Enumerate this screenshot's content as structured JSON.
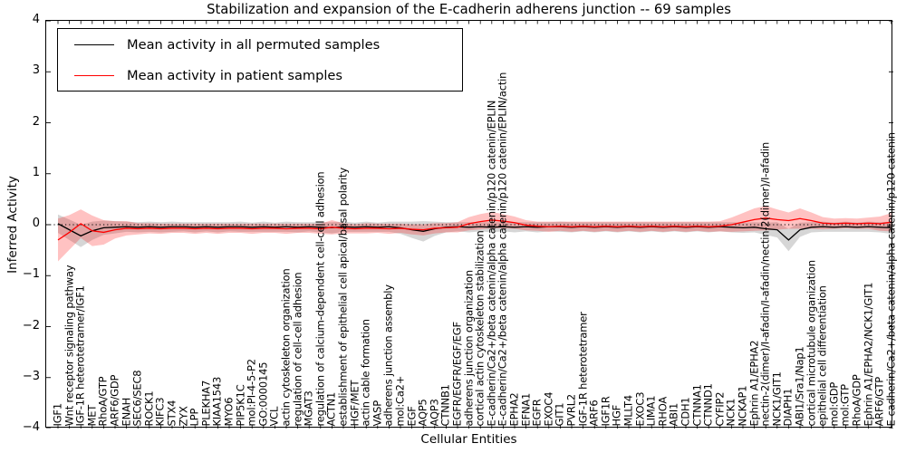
{
  "title": "Stabilization and expansion of the E-cadherin adherens junction -- 69 samples",
  "axes": {
    "ylabel": "Inferred Activity",
    "xlabel": "Cellular Entities",
    "yticks": [
      "4",
      "3",
      "2",
      "1",
      "0",
      "−1",
      "−2",
      "−3",
      "−4"
    ]
  },
  "legend": {
    "items": [
      {
        "label": "Mean activity in all permuted samples",
        "color": "#000000"
      },
      {
        "label": "Mean activity in patient samples",
        "color": "#ff0000"
      }
    ]
  },
  "colors": {
    "permuted_line": "#000000",
    "patient_line": "#ff0000",
    "permuted_band": "rgba(0,0,0,0.16)",
    "patient_band": "rgba(255,0,0,0.24)"
  },
  "chart_data": {
    "type": "line",
    "title": "Stabilization and expansion of the E-cadherin adherens junction -- 69 samples",
    "xlabel": "Cellular Entities",
    "ylabel": "Inferred Activity",
    "ylim": [
      -4,
      4
    ],
    "grid": false,
    "legend_position": "upper left",
    "baseline_dotted_y": 0,
    "categories": [
      "IGF1",
      "Wnt receptor signaling pathway",
      "IGF-1R heterotetramer/IGF1",
      "MET",
      "RhoA/GTP",
      "ARF6/GDP",
      "ENAH",
      "SEC6/SEC8",
      "ROCK1",
      "KIFC3",
      "STX4",
      "ZYX",
      "LPP",
      "PLEKHA7",
      "KIAA1543",
      "MYO6",
      "PIP5K1C",
      "mol:PI-4-5-P2",
      "GO:0000145",
      "VCL",
      "actin cytoskeleton organization",
      "regulation of cell-cell adhesion",
      "MGAT3",
      "regulation of calcium-dependent cell-cell adhesion",
      "ACTN1",
      "establishment of epithelial cell apical/basal polarity",
      "HGF/MET",
      "actin cable formation",
      "VASP",
      "adherens junction assembly",
      "mol:Ca2+",
      "EGF",
      "AQP5",
      "AQP3",
      "CTNNB1",
      "EGFR/EGFR/EGF/EGF",
      "adherens junction organization",
      "cortical actin cytoskeleton stabilization",
      "E-cadherin/Ca2+/beta catenin/alpha catenin/p120 catenin/EPLIN",
      "E-cadherin/Ca2+/beta catenin/alpha catenin/p120 catenin/EPLIN/actin",
      "EPHA2",
      "EFNA1",
      "EGFR",
      "EXOC4",
      "GIT1",
      "PVRL2",
      "IGF-1R heterotetramer",
      "ARF6",
      "IGF1R",
      "HGF",
      "MLLT4",
      "EXOC3",
      "LIMA1",
      "RHOA",
      "ABI1",
      "CDH1",
      "CTNNA1",
      "CTNND1",
      "CYFIP2",
      "NCK1",
      "NCKAP1",
      "Ephrin A1/EPHA2",
      "nectin-2(dimer)/I-afadin/I-afadin/nectin-2(dimer)/I-afadin",
      "NCK1/GIT1",
      "DIAPH1",
      "ABI1/Sra1/Nap1",
      "cortical microtubule organization",
      "epithelial cell differentiation",
      "mol:GDP",
      "mol:GTP",
      "RhoA/GDP",
      "Ephrin A1/EPHA2/NCK1/GIT1",
      "ARF6/GTP",
      "E-cadherin/Ca2+/beta catenin/alpha catenin/p120 catenin"
    ],
    "series": [
      {
        "name": "Mean activity in all permuted samples",
        "color": "#000000",
        "values": [
          0.02,
          -0.1,
          -0.22,
          -0.12,
          -0.06,
          -0.05,
          -0.04,
          -0.05,
          -0.04,
          -0.05,
          -0.04,
          -0.04,
          -0.05,
          -0.04,
          -0.05,
          -0.04,
          -0.04,
          -0.05,
          -0.04,
          -0.05,
          -0.04,
          -0.05,
          -0.04,
          -0.05,
          -0.06,
          -0.04,
          -0.05,
          -0.04,
          -0.05,
          -0.04,
          -0.06,
          -0.1,
          -0.13,
          -0.08,
          -0.05,
          -0.04,
          -0.05,
          -0.04,
          -0.05,
          -0.04,
          -0.05,
          -0.04,
          -0.05,
          -0.04,
          -0.04,
          -0.05,
          -0.04,
          -0.05,
          -0.04,
          -0.05,
          -0.04,
          -0.05,
          -0.04,
          -0.05,
          -0.04,
          -0.05,
          -0.04,
          -0.05,
          -0.04,
          -0.05,
          -0.06,
          -0.05,
          -0.08,
          -0.1,
          -0.3,
          -0.1,
          -0.05,
          -0.04,
          -0.05,
          -0.04,
          -0.05,
          -0.04,
          -0.05,
          -0.06
        ]
      },
      {
        "name": "Mean activity in patient samples",
        "color": "#ff0000",
        "values": [
          -0.3,
          -0.15,
          0.02,
          -0.12,
          -0.15,
          -0.1,
          -0.07,
          -0.08,
          -0.07,
          -0.08,
          -0.07,
          -0.07,
          -0.08,
          -0.07,
          -0.08,
          -0.07,
          -0.07,
          -0.08,
          -0.07,
          -0.07,
          -0.08,
          -0.07,
          -0.07,
          -0.08,
          -0.05,
          -0.07,
          -0.08,
          -0.07,
          -0.07,
          -0.08,
          -0.07,
          -0.09,
          -0.1,
          -0.07,
          -0.06,
          -0.05,
          0.02,
          0.06,
          0.09,
          0.07,
          0.04,
          -0.01,
          -0.03,
          -0.04,
          -0.03,
          -0.04,
          -0.03,
          -0.04,
          -0.03,
          -0.04,
          -0.03,
          -0.04,
          -0.03,
          -0.04,
          -0.03,
          -0.04,
          -0.03,
          -0.04,
          -0.03,
          0.0,
          0.05,
          0.1,
          0.13,
          0.1,
          0.08,
          0.12,
          0.08,
          0.03,
          0.02,
          0.03,
          0.02,
          0.03,
          0.02,
          0.05
        ]
      },
      {
        "name": "permuted samples std band (half-width)",
        "color": "rgba(0,0,0,0.16)",
        "half_widths": [
          0.18,
          0.2,
          0.22,
          0.18,
          0.14,
          0.12,
          0.1,
          0.1,
          0.1,
          0.1,
          0.1,
          0.09,
          0.1,
          0.09,
          0.1,
          0.09,
          0.1,
          0.09,
          0.1,
          0.09,
          0.1,
          0.1,
          0.09,
          0.1,
          0.11,
          0.1,
          0.09,
          0.1,
          0.09,
          0.1,
          0.12,
          0.16,
          0.2,
          0.14,
          0.1,
          0.09,
          0.1,
          0.09,
          0.1,
          0.09,
          0.1,
          0.09,
          0.1,
          0.09,
          0.1,
          0.1,
          0.09,
          0.1,
          0.09,
          0.1,
          0.09,
          0.1,
          0.09,
          0.1,
          0.09,
          0.1,
          0.09,
          0.1,
          0.09,
          0.1,
          0.1,
          0.1,
          0.12,
          0.15,
          0.22,
          0.14,
          0.1,
          0.1,
          0.09,
          0.1,
          0.09,
          0.1,
          0.1,
          0.12
        ]
      },
      {
        "name": "patient samples std band (half-width)",
        "color": "rgba(255,0,0,0.24)",
        "half_widths": [
          0.42,
          0.34,
          0.28,
          0.3,
          0.24,
          0.17,
          0.14,
          0.11,
          0.1,
          0.1,
          0.09,
          0.09,
          0.1,
          0.09,
          0.1,
          0.09,
          0.09,
          0.1,
          0.09,
          0.09,
          0.1,
          0.09,
          0.09,
          0.1,
          0.14,
          0.1,
          0.09,
          0.1,
          0.09,
          0.1,
          0.09,
          0.1,
          0.11,
          0.1,
          0.09,
          0.1,
          0.13,
          0.15,
          0.16,
          0.14,
          0.12,
          0.1,
          0.09,
          0.1,
          0.09,
          0.1,
          0.09,
          0.1,
          0.09,
          0.1,
          0.09,
          0.1,
          0.09,
          0.1,
          0.09,
          0.1,
          0.09,
          0.1,
          0.1,
          0.14,
          0.18,
          0.22,
          0.24,
          0.2,
          0.16,
          0.2,
          0.16,
          0.12,
          0.1,
          0.1,
          0.1,
          0.11,
          0.14,
          0.18
        ]
      }
    ]
  }
}
